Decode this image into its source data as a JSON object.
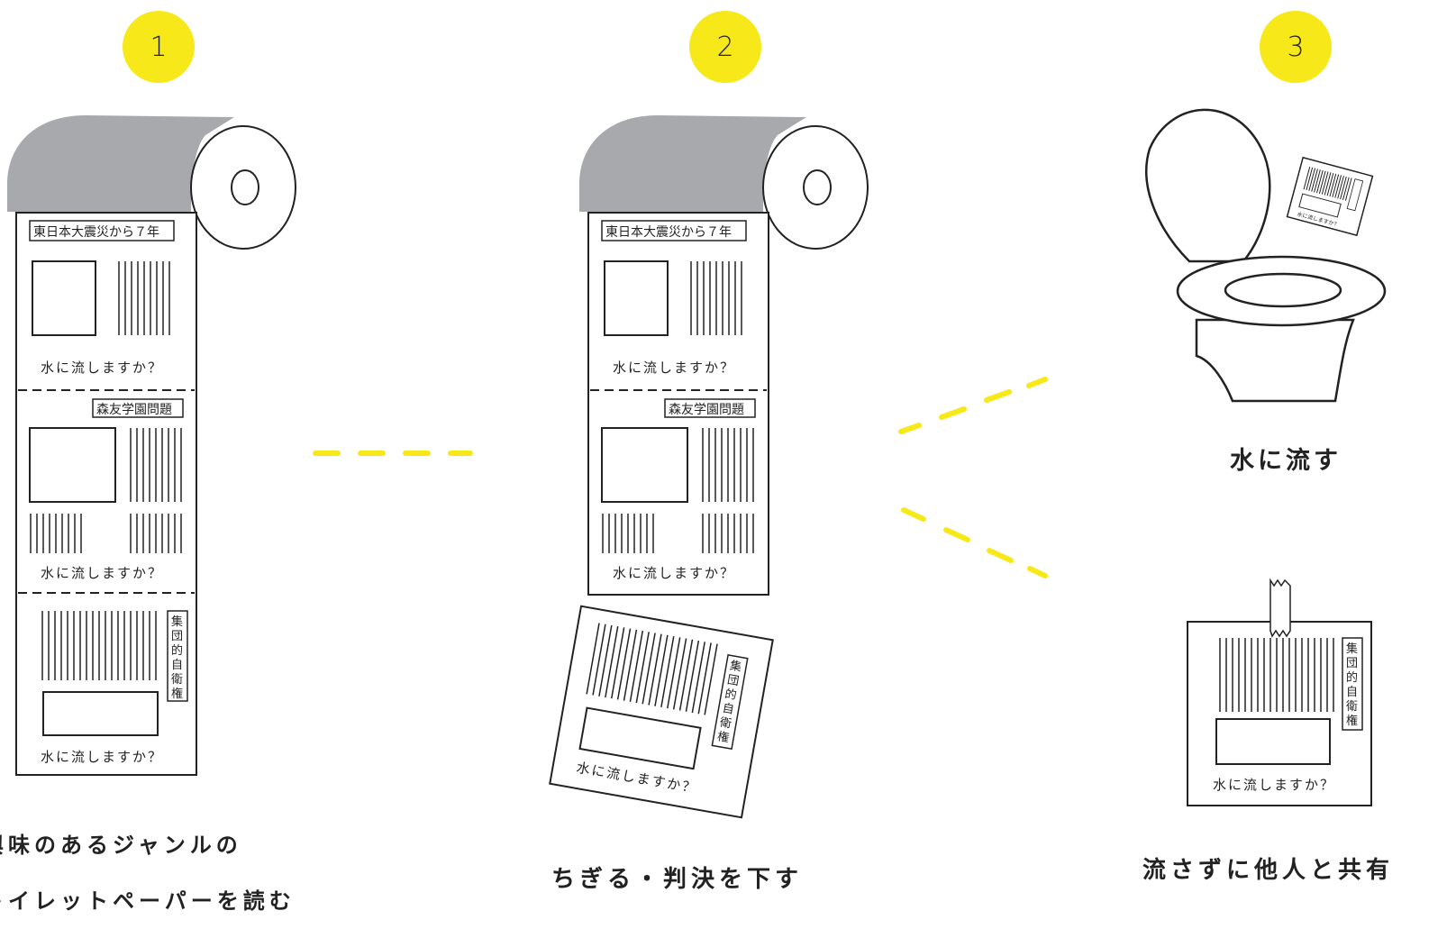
{
  "steps": [
    {
      "number": "1",
      "caption_line1": "興味のあるジャンルの",
      "caption_line2": "トイレットペーパーを読む"
    },
    {
      "number": "2",
      "caption": "ちぎる・判決を下す"
    },
    {
      "number": "3"
    }
  ],
  "outcomes": {
    "flush": "水に流す",
    "share": "流さずに他人と共有"
  },
  "paper": {
    "headline_1": "東日本大震災から７年",
    "headline_2": "森友学園問題",
    "headline_3": [
      "集",
      "団",
      "的",
      "自",
      "衛",
      "権"
    ],
    "question": "水に流しますか？"
  },
  "colors": {
    "accent": "#f7e81a",
    "roll_flap": "#a7a9ac",
    "line": "#222222"
  }
}
